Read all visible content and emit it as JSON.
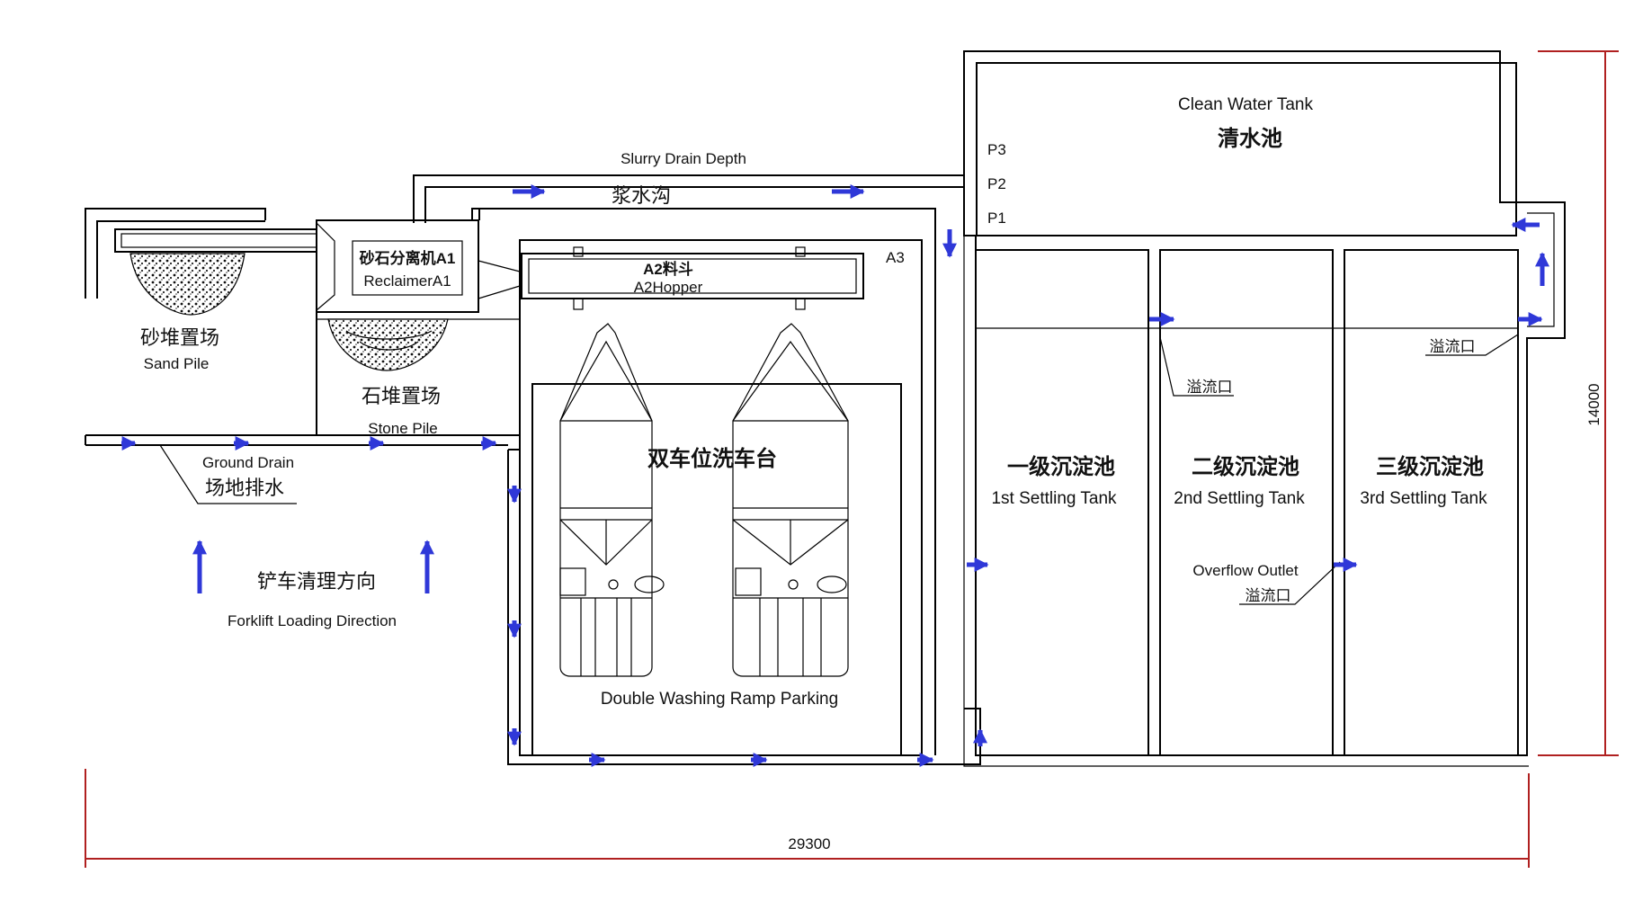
{
  "labels": {
    "clean_water_en": "Clean Water Tank",
    "clean_water_cn": "清水池",
    "p3": "P3",
    "p2": "P2",
    "p1": "P1",
    "slurry_en": "Slurry Drain Depth",
    "slurry_cn": "浆水沟",
    "reclaimer_cn": "砂石分离机A1",
    "reclaimer_en": "ReclaimerA1",
    "hopper_cn": "A2料斗",
    "hopper_en": "A2Hopper",
    "a3": "A3",
    "sand_cn": "砂堆置场",
    "sand_en": "Sand Pile",
    "stone_cn": "石堆置场",
    "stone_en": "Stone Pile",
    "ground_drain_en": "Ground Drain",
    "ground_drain_cn": "场地排水",
    "forklift_cn": "铲车清理方向",
    "forklift_en": "Forklift Loading Direction",
    "wash_cn": "双车位洗车台",
    "wash_en": "Double Washing Ramp Parking",
    "tank1_cn": "一级沉淀池",
    "tank1_en": "1st Settling Tank",
    "tank2_cn": "二级沉淀池",
    "tank2_en": "2nd Settling Tank",
    "tank3_cn": "三级沉淀池",
    "tank3_en": "3rd Settling Tank",
    "overflow_en": "Overflow Outlet",
    "overflow_cn_1": "溢流口",
    "overflow_cn_2": "溢流口",
    "overflow_cn_3": "溢流口",
    "dim_width": "29300",
    "dim_height": "14000"
  },
  "colors": {
    "line": "#000000",
    "flow_arrow": "#2f38d8",
    "dimension": "#b02020"
  }
}
